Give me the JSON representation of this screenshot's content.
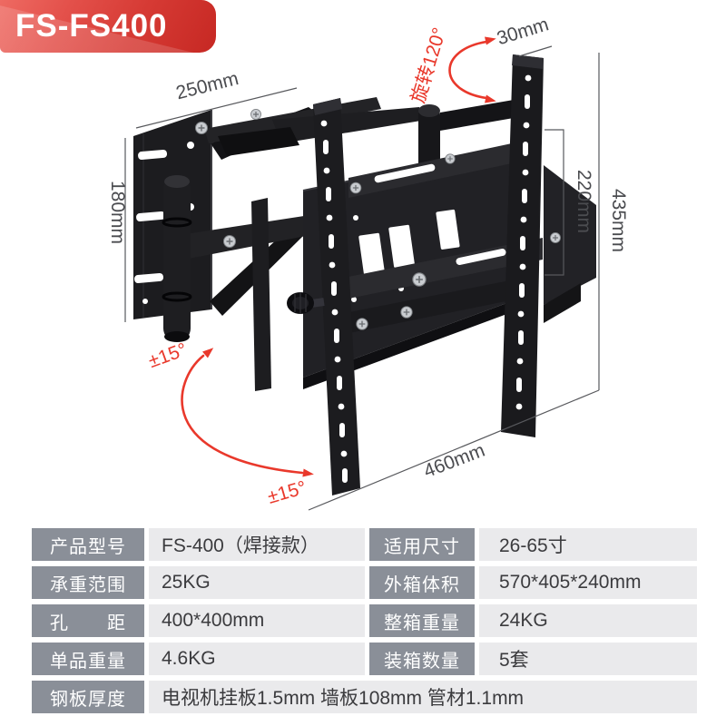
{
  "badge": {
    "model": "FS-FS400"
  },
  "annotations": {
    "wall_plate_width": "250mm",
    "wall_plate_height": "180mm",
    "rail_width": "30mm",
    "rotation": "旋转120°",
    "inner_height": "220mm",
    "total_height": "435mm",
    "total_width": "460mm",
    "tilt_upper": "±15°",
    "tilt_lower": "±15°"
  },
  "spec_table": {
    "rows": [
      {
        "label1": "产品型号",
        "value1": "FS-400（焊接款）",
        "label2": "适用尺寸",
        "value2": "26-65寸"
      },
      {
        "label1": "承重范围",
        "value1": "25KG",
        "label2": "外箱体积",
        "value2": "570*405*240mm"
      },
      {
        "label1": "孔　　距",
        "value1": "400*400mm",
        "label2": "整箱重量",
        "value2": "24KG"
      },
      {
        "label1": "单品重量",
        "value1": "4.6KG",
        "label2": "装箱数量",
        "value2": "5套"
      },
      {
        "label1": "钢板厚度",
        "value1": "电视机挂板1.5mm 墙板108mm 管材1.1mm"
      }
    ]
  },
  "colors": {
    "accent_red": "#e9382b",
    "badge_red_dark": "#c62823",
    "table_label_bg": "#8a8f98",
    "table_value_bg": "#eaeaec",
    "dimension_line": "#58595d",
    "bracket_black": "#1c1c1f"
  }
}
